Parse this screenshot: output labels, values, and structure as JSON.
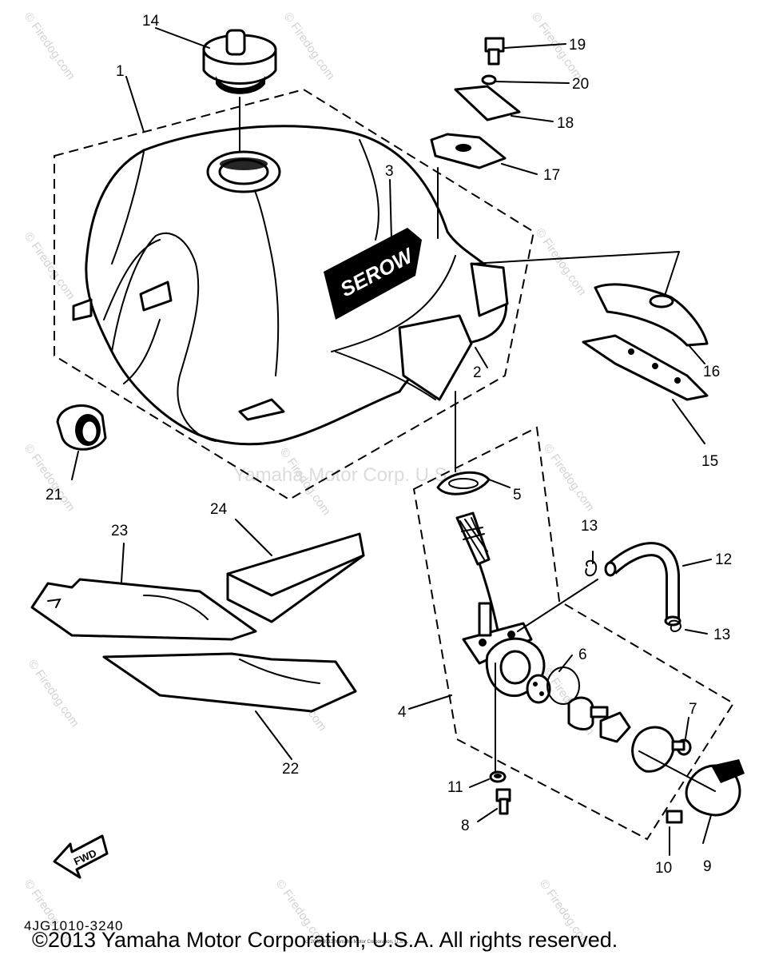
{
  "diagram": {
    "code": "4JG1010-3240",
    "fwd_label": "FWD",
    "tank_badge": "SEROW",
    "watermark_site": "© Firedog.com",
    "watermark_center": "Yamaha Motor Corp. U.S.A.",
    "micro_copyright": "(c) 2005-2013 Yamaha Motor Corporation, U.S.A.",
    "copyright": "©2013 Yamaha Motor Corporation, U.S.A. All rights reserved.",
    "callouts": [
      "1",
      "2",
      "3",
      "4",
      "5",
      "6",
      "7",
      "8",
      "9",
      "10",
      "11",
      "12",
      "13",
      "13",
      "14",
      "15",
      "16",
      "17",
      "18",
      "19",
      "20",
      "21",
      "22",
      "23",
      "24"
    ]
  }
}
